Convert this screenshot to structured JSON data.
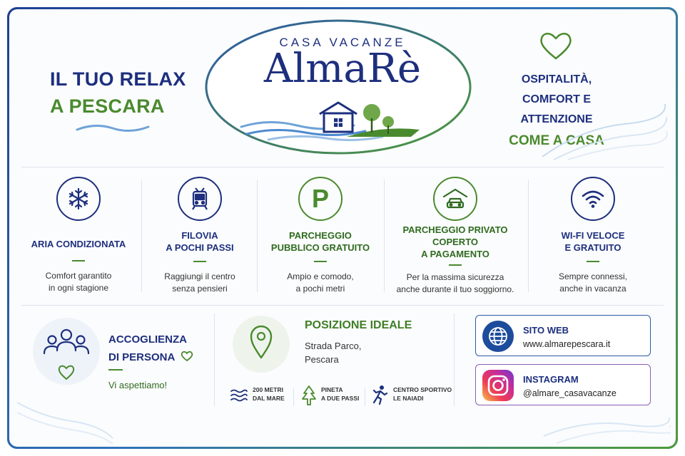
{
  "header": {
    "tagline_left_line1": "IL TUO RELAX",
    "tagline_left_line2": "A PESCARA",
    "logo_kicker": "CASA VACANZE",
    "logo_name": "AlmaRè",
    "tagline_right_line1": "OSPITALITÀ,",
    "tagline_right_line2": "COMFORT E ATTENZIONE",
    "tagline_right_line3": "COME A CASA"
  },
  "features": [
    {
      "icon": "snowflake-icon",
      "title": "ARIA CONDIZIONATA",
      "desc1": "Comfort garantito",
      "desc2": "in ogni stagione"
    },
    {
      "icon": "tram-icon",
      "title1": "FILOVIA",
      "title2": "A POCHI PASSI",
      "desc1": "Raggiungi il centro",
      "desc2": "senza pensieri"
    },
    {
      "icon": "parking-icon",
      "title1": "PARCHEGGIO",
      "title2": "PUBBLICO GRATUITO",
      "desc1": "Ampio e comodo,",
      "desc2": "a pochi metri"
    },
    {
      "icon": "covered-garage-icon",
      "title1": "PARCHEGGIO PRIVATO",
      "title2": "COPERTO",
      "title3": "A PAGAMENTO",
      "desc1": "Per la massima sicurezza",
      "desc2": "anche durante il tuo soggiorno."
    },
    {
      "icon": "wifi-icon",
      "title1": "WI-FI VELOCE",
      "title2": "E GRATUITO",
      "desc1": "Sempre connessi,",
      "desc2": "anche in vacanza"
    }
  ],
  "welcome": {
    "title1": "ACCOGLIENZA",
    "title2": "DI PERSONA",
    "subtitle": "Vi aspettiamo!"
  },
  "position": {
    "title": "POSIZIONE IDEALE",
    "address1": "Strada Parco,",
    "address2": "Pescara",
    "highlights": [
      {
        "icon": "waves-icon",
        "line1": "200 METRI",
        "line2": "DAL MARE"
      },
      {
        "icon": "pine-tree-icon",
        "line1": "PINETA",
        "line2": "A DUE PASSI"
      },
      {
        "icon": "runner-icon",
        "line1": "CENTRO SPORTIVO",
        "line2": "LE NAIADI"
      }
    ]
  },
  "contacts": {
    "web_title": "SITO WEB",
    "web_value": "www.almarepescara.it",
    "ig_title": "INSTAGRAM",
    "ig_value": "@almare_casavacanze"
  },
  "colors": {
    "navy": "#1d2f7e",
    "green": "#4a8a2e",
    "light_blue": "#6ea3d8"
  }
}
